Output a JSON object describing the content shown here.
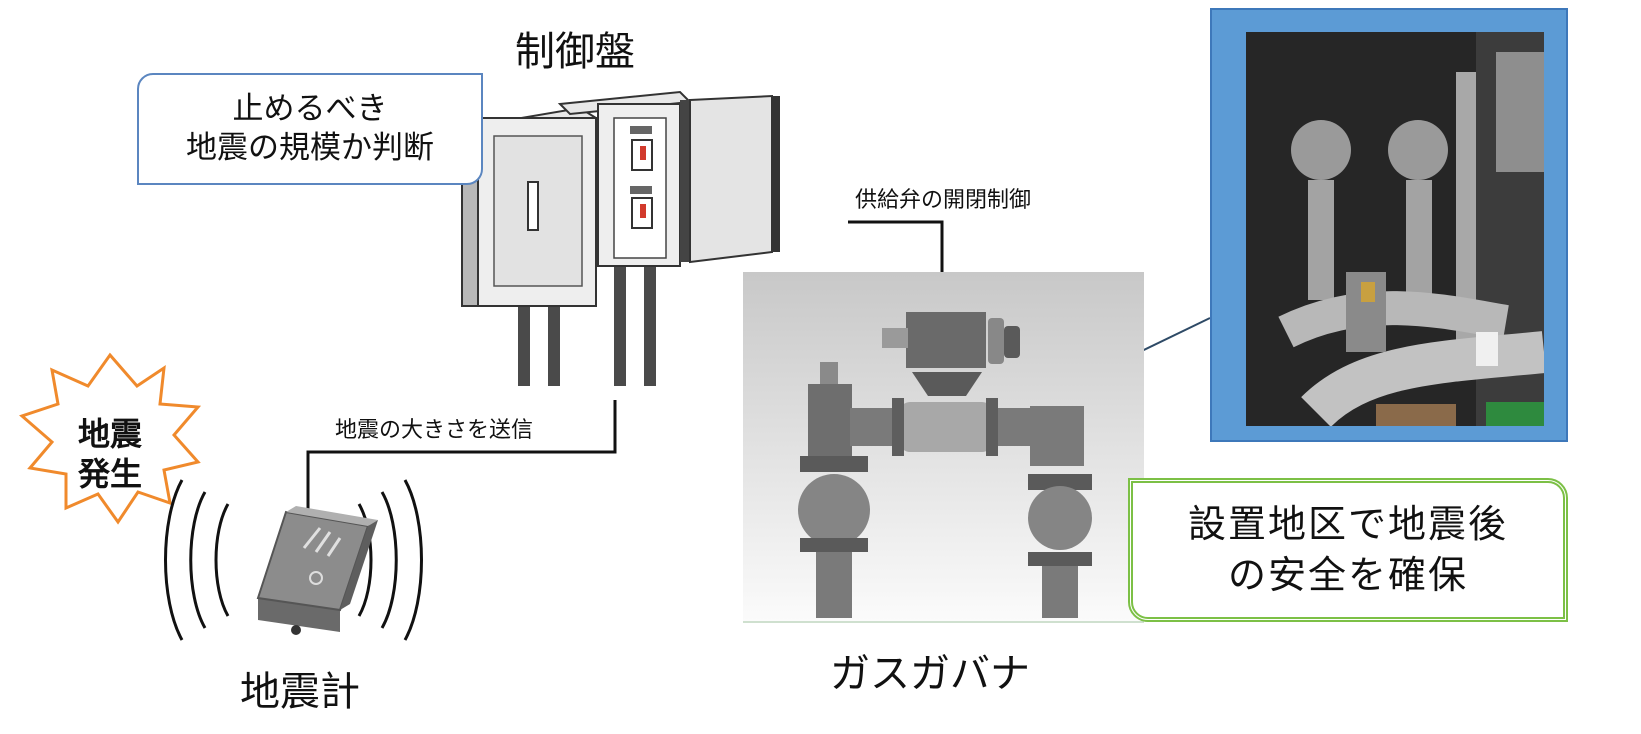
{
  "labels": {
    "control_panel": "制御盤",
    "judge_line1": "止めるべき",
    "judge_line2": "地震の規模か判断",
    "supply_valve": "供給弁の開閉制御",
    "send_size": "地震の大きさを送信",
    "earthquake_line1": "地震",
    "earthquake_line2": "発生",
    "gas_governor": "ガスガバナ",
    "seismometer": "地震計",
    "safety_line1": "設置地区で地震後",
    "safety_line2": "の安全を確保"
  },
  "colors": {
    "callout_border": "#5b86c0",
    "burst_stroke": "#f08a2c",
    "photo_frame": "#5c9bd5",
    "safety_border": "#7cc046"
  },
  "icons": [
    "control-panel-illustration",
    "gas-governor-illustration",
    "seismometer-illustration",
    "earthquake-burst-icon",
    "vibration-waves-icon"
  ]
}
